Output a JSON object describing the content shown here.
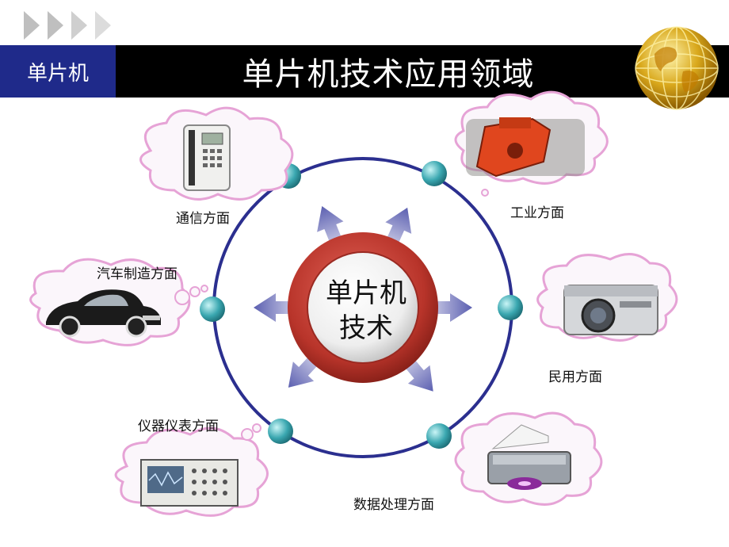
{
  "header": {
    "section_tab": "单片机",
    "title": "单片机技术应用领域"
  },
  "hub": {
    "line1": "单片机",
    "line2": "技术"
  },
  "domains": {
    "communication": "通信方面",
    "industry": "工业方面",
    "automotive": "汽车制造方面",
    "civil": "民用方面",
    "instruments": "仪器仪表方面",
    "data_processing": "数据处理方面"
  },
  "colors": {
    "header_bar": "#000000",
    "section_tab": "#1f2a8a",
    "ring": "#2b2f8f",
    "hub_outer": "#b8342a",
    "node": "#3aa7b0",
    "cloud_border": "#e6a3d6"
  },
  "icons": [
    "phone-icon",
    "machine-icon",
    "car-icon",
    "camera-icon",
    "oscilloscope-icon",
    "printer-icon",
    "globe-icon"
  ]
}
